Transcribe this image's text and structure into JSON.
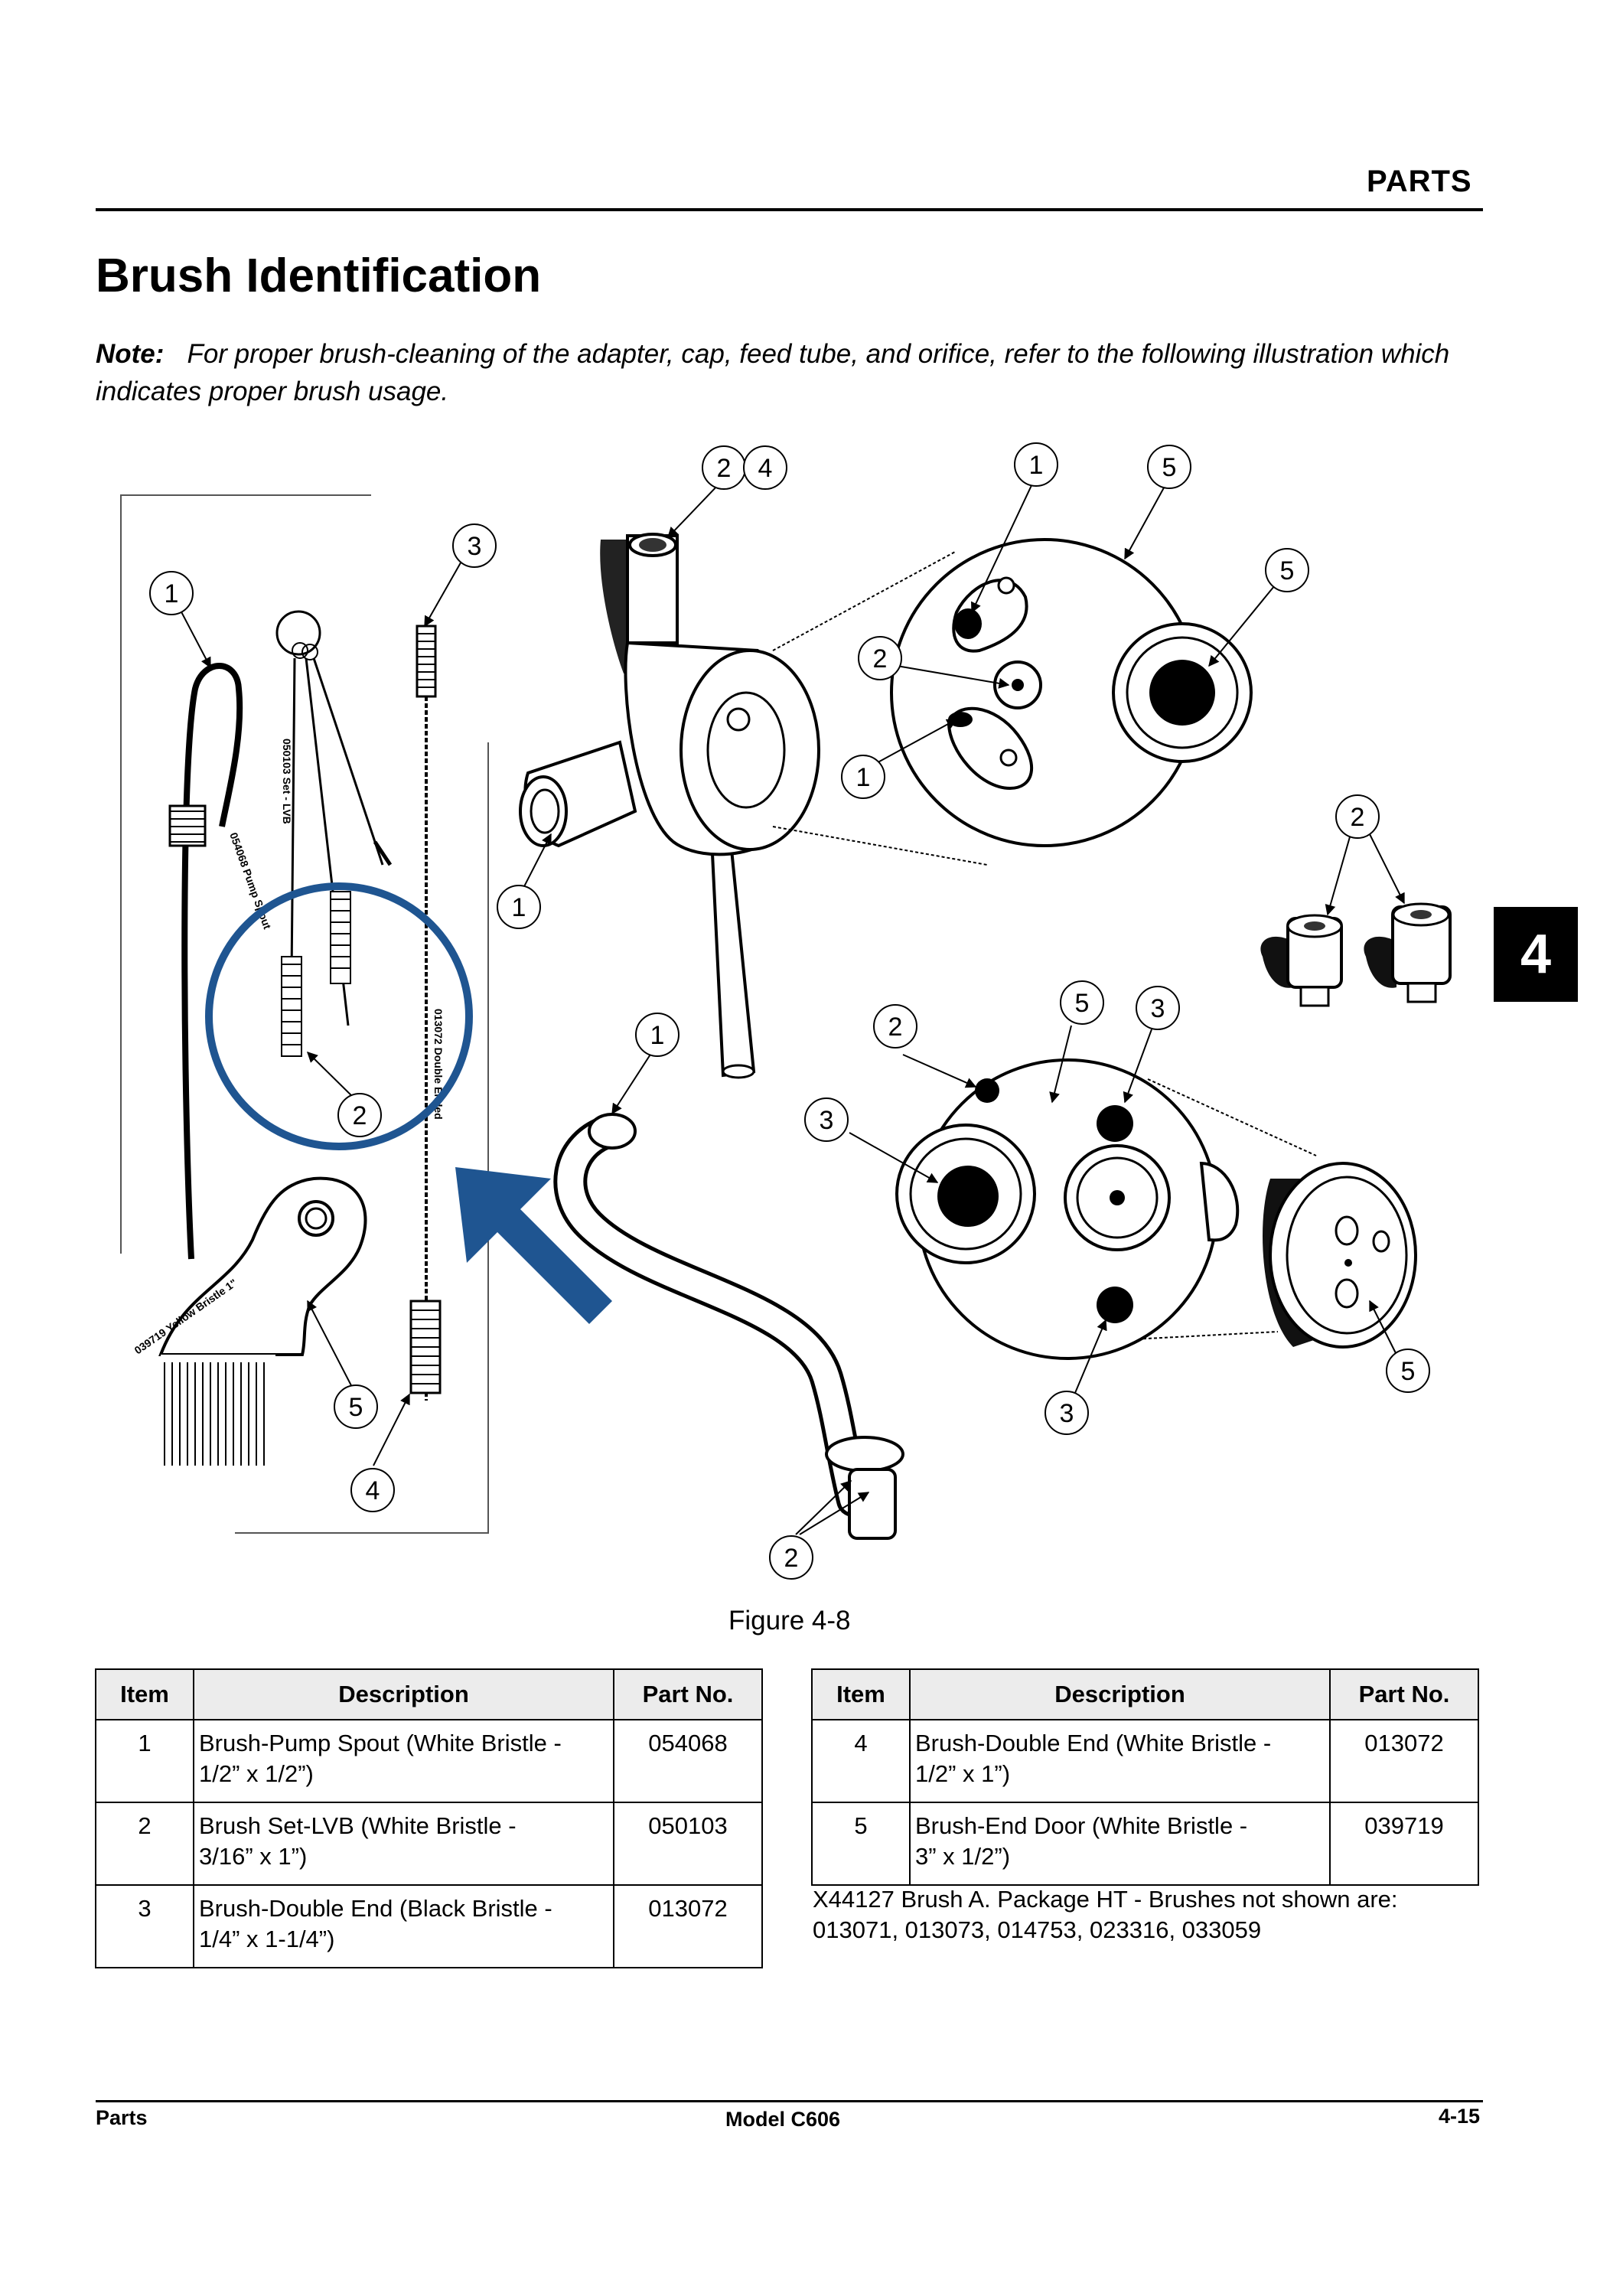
{
  "header": {
    "section": "PARTS"
  },
  "title": "Brush Identification",
  "note": {
    "label": "Note:",
    "text": "For proper brush-cleaning of the adapter, cap, feed tube, and orifice, refer to the following illustration which indicates proper brush usage."
  },
  "figure": {
    "caption": "Figure 4-8",
    "brush_labels": {
      "pump_spout": "054068 Pump Spout",
      "set_lvb": "050103 Set - LVB",
      "double_end": "013072 Double Ended",
      "yellow_bristle": "039719 Yellow Bristle 1\""
    },
    "callouts": [
      "1",
      "2",
      "3",
      "4",
      "5"
    ]
  },
  "side_tab": "4",
  "table": {
    "headers": {
      "item": "Item",
      "description": "Description",
      "part": "Part No."
    },
    "left_rows": [
      {
        "item": "1",
        "desc_line1": "Brush-Pump Spout (White Bristle -",
        "desc_line2": "1/2” x 1/2”)",
        "part": "054068"
      },
      {
        "item": "2",
        "desc_line1": "Brush Set-LVB (White Bristle -",
        "desc_line2": "3/16” x 1”)",
        "part": "050103"
      },
      {
        "item": "3",
        "desc_line1": "Brush-Double End (Black Bristle -",
        "desc_line2": "1/4” x 1-1/4”)",
        "part": "013072"
      }
    ],
    "right_rows": [
      {
        "item": "4",
        "desc_line1": "Brush-Double End (White Bristle -",
        "desc_line2": "1/2” x 1”)",
        "part": "013072"
      },
      {
        "item": "5",
        "desc_line1": "Brush-End Door (White Bristle -",
        "desc_line2": "3” x 1/2”)",
        "part": "039719"
      }
    ]
  },
  "package_note": {
    "line1": "X44127 Brush A. Package HT - Brushes not shown are:",
    "line2": "013071, 013073, 014753, 023316, 033059"
  },
  "footer": {
    "left": "Parts",
    "center": "Model C606",
    "right": "4-15"
  },
  "colors": {
    "highlight_blue": "#1f5591",
    "tab_bg": "#000000"
  }
}
